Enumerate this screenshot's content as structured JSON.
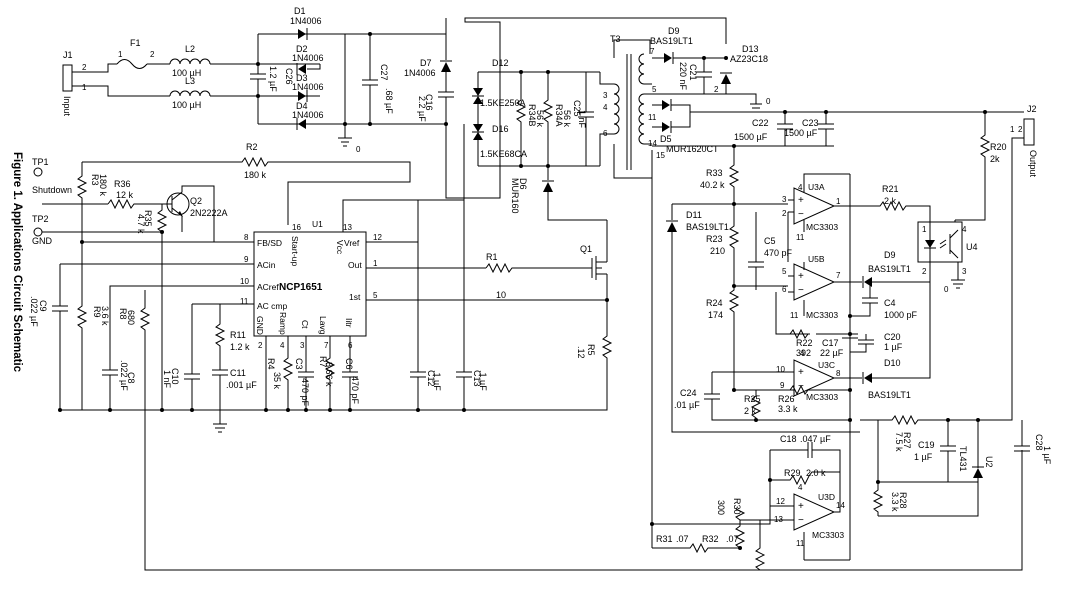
{
  "figure_caption": "Figure 1. Applications Circuit Schematic",
  "connectors": {
    "j1": {
      "ref": "J1",
      "label": "Input",
      "pin1": "1",
      "pin2": "2"
    },
    "j2": {
      "ref": "J2",
      "label": "Output",
      "pin1": "1",
      "pin2": "2"
    }
  },
  "test_points": {
    "tp1": {
      "ref": "TP1",
      "label": "Shutdown"
    },
    "tp2": {
      "ref": "TP2",
      "label": "GND"
    }
  },
  "components": {
    "f1": {
      "ref": "F1",
      "pin1": "1",
      "pin2": "2"
    },
    "l2": {
      "ref": "L2",
      "value": "100 µH"
    },
    "l3": {
      "ref": "L3",
      "value": "100 µH"
    },
    "c26": {
      "ref": "C26",
      "value": "1.2 µF"
    },
    "d1": {
      "ref": "D1",
      "value": "1N4006"
    },
    "d2": {
      "ref": "D2",
      "value": "1N4006"
    },
    "d3": {
      "ref": "D3",
      "value": "1N4006"
    },
    "d4": {
      "ref": "D4",
      "value": "1N4006"
    },
    "c27": {
      "ref": "C27",
      "value": ".68 µF"
    },
    "d7": {
      "ref": "D7",
      "value": "1N4006"
    },
    "c16": {
      "ref": "C16",
      "value": "2.2 µF"
    },
    "d12": {
      "ref": "D12",
      "value": "1.5KE250A"
    },
    "d16": {
      "ref": "D16",
      "value": "1.5KE68CA"
    },
    "r34b": {
      "ref": "R34B",
      "value": "56 k"
    },
    "r34a": {
      "ref": "R34A",
      "value": "56 k"
    },
    "c25": {
      "ref": "C25",
      "value": "1 nF"
    },
    "d6": {
      "ref": "D6",
      "value": "MUR160"
    },
    "t3": {
      "ref": "T3"
    },
    "d9a": {
      "ref": "D9",
      "value": "BAS19LT1"
    },
    "c21": {
      "ref": "C21",
      "value": "220 nF"
    },
    "d13": {
      "ref": "D13",
      "value": "AZ23C18"
    },
    "d5": {
      "ref": "D5",
      "value": "MUR1620CT"
    },
    "c22": {
      "ref": "C22",
      "value": "1500 µF"
    },
    "c23": {
      "ref": "C23",
      "value": "1500 µF"
    },
    "r20": {
      "ref": "R20",
      "value": "2k"
    },
    "r2": {
      "ref": "R2",
      "value": "180 k"
    },
    "r3": {
      "ref": "R3",
      "value": "180 k"
    },
    "r36": {
      "ref": "R36",
      "value": "12 k"
    },
    "q2": {
      "ref": "Q2",
      "value": "2N2222A"
    },
    "r35": {
      "ref": "R35",
      "value": "4.7 k"
    },
    "u1": {
      "ref": "U1",
      "value": "NCP1651"
    },
    "c9": {
      "ref": "C9",
      "value": ".022 µF"
    },
    "r9": {
      "ref": "R9",
      "value": "3.6 k"
    },
    "r8": {
      "ref": "R8",
      "value": "680"
    },
    "c8": {
      "ref": "C8",
      "value": ".022 µF"
    },
    "c10": {
      "ref": "C10",
      "value": "1 nF"
    },
    "r11": {
      "ref": "R11",
      "value": "1.2 k"
    },
    "c11": {
      "ref": "C11",
      "value": ".001 µF"
    },
    "r4": {
      "ref": "R4",
      "value": "35 k"
    },
    "c3": {
      "ref": "C3",
      "value": "470 pF"
    },
    "r7": {
      "ref": "R7",
      "value": "8.66 k"
    },
    "c6": {
      "ref": "C6",
      "value": "470 pF"
    },
    "c12": {
      "ref": "C12",
      "value": ".1 µF"
    },
    "c13": {
      "ref": "C13",
      "value": ".1 µF"
    },
    "r1": {
      "ref": "R1",
      "value": "10"
    },
    "q1": {
      "ref": "Q1"
    },
    "r5": {
      "ref": "R5",
      "value": ".12"
    },
    "r33": {
      "ref": "R33",
      "value": "40.2 k"
    },
    "d11": {
      "ref": "D11",
      "value": "BAS19LT1"
    },
    "r23": {
      "ref": "R23",
      "value": "210"
    },
    "r24": {
      "ref": "R24",
      "value": "174"
    },
    "u3a": {
      "ref": "U3A",
      "value": "MC3303"
    },
    "u5b": {
      "ref": "U5B"
    },
    "u3b": {
      "value": "MC3303"
    },
    "u3c": {
      "ref": "U3C",
      "value": "MC3303"
    },
    "u3d": {
      "ref": "U3D",
      "value": "MC3303"
    },
    "c5": {
      "ref": "C5",
      "value": "470 pF"
    },
    "r21": {
      "ref": "R21",
      "value": "2 k"
    },
    "d9b": {
      "ref": "D9",
      "value": "BAS19LT1"
    },
    "c4": {
      "ref": "C4",
      "value": "1000 pF"
    },
    "u4": {
      "ref": "U4"
    },
    "r22": {
      "ref": "R22",
      "value": "392"
    },
    "c17": {
      "ref": "C17",
      "value": "22 µF"
    },
    "c20": {
      "ref": "C20",
      "value": "1 µF"
    },
    "d10": {
      "ref": "D10",
      "value": "BAS19LT1"
    },
    "c24": {
      "ref": "C24",
      "value": ".01 µF"
    },
    "r25": {
      "ref": "R25",
      "value": "2 k"
    },
    "r26": {
      "ref": "R26",
      "value": "3.3 k"
    },
    "r27": {
      "ref": "R27",
      "value": "7.5 k"
    },
    "c19": {
      "ref": "C19",
      "value": "1 µF"
    },
    "u2": {
      "ref": "U2",
      "value": "TL431"
    },
    "c28": {
      "ref": "C28",
      "value": "1 µF"
    },
    "r28": {
      "ref": "R28",
      "value": "3.3 k"
    },
    "c18": {
      "ref": "C18",
      "value": ".047 µF"
    },
    "r29": {
      "ref": "R29",
      "value": "2.0 k"
    },
    "r30": {
      "ref": "R30",
      "value": "300"
    },
    "r31": {
      "ref": "R31",
      "value": ".07"
    },
    "r32": {
      "ref": "R32",
      "value": ".07"
    }
  },
  "u1_pins": {
    "fbsd": "FB/SD",
    "acin": "ACin",
    "acref": "ACref",
    "accmp": "AC cmp",
    "gnd": "GND",
    "ramp": "Ramp",
    "ct": "Ct",
    "lavg": "Lavg",
    "iitr": "Iitr",
    "startup": "Start-up",
    "vcc": "Vcc",
    "vref": "Vref",
    "out": "Out",
    "first": "1st"
  },
  "pin_numbers": {
    "p8": "8",
    "p9": "9",
    "p10": "10",
    "p11": "11",
    "p2": "2",
    "p4": "4",
    "p3": "3",
    "p7": "7",
    "p6": "6",
    "p16": "16",
    "p13": "13",
    "p12": "12",
    "p1": "1",
    "p5": "5",
    "p14": "14",
    "p15": "15",
    "ground": "0"
  }
}
